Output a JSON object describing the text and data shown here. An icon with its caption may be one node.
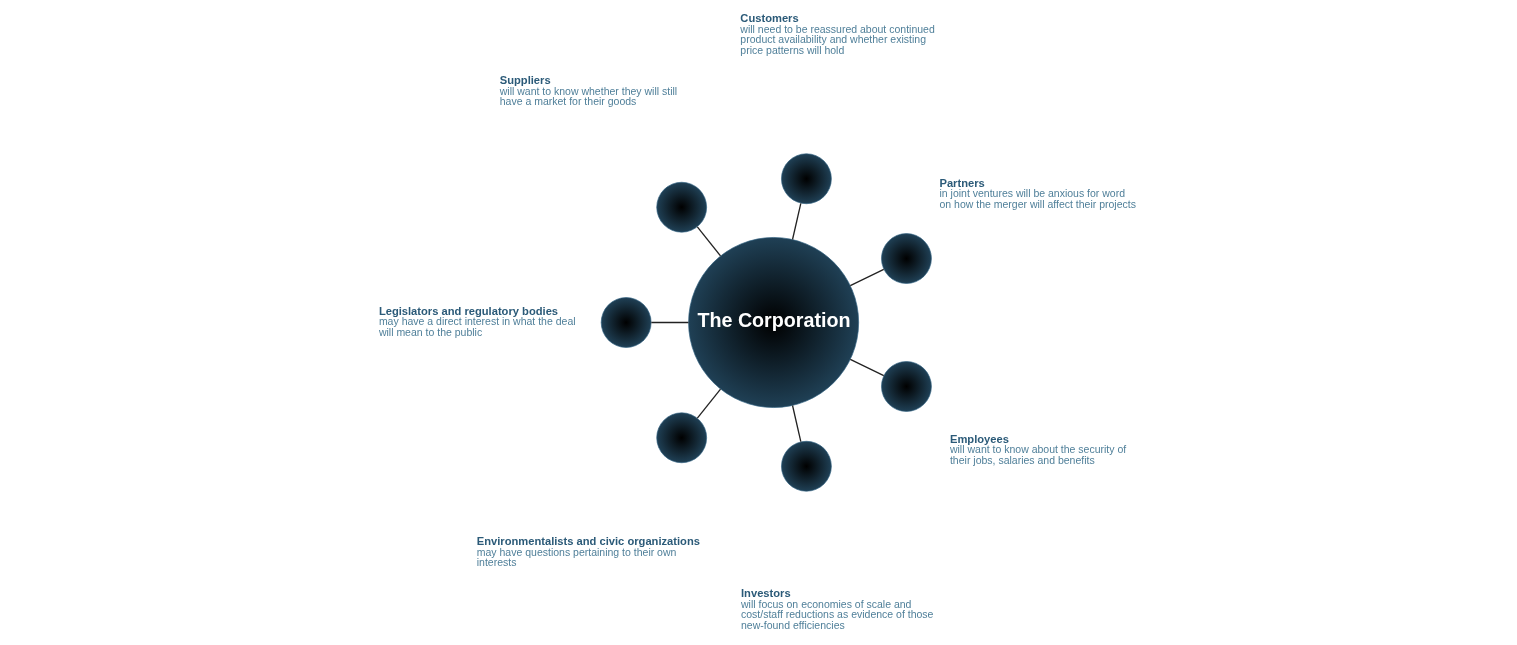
{
  "diagram": {
    "nodes": [
      {
        "text": [
          "The Corporation"
        ]
      },
      {
        "text": [],
        "shape": "circle",
        "beside": [
          "Partners",
          "in joint ventures will be anxious for word on how the merger will affect their projects"
        ]
      },
      {
        "text": [],
        "shape": "circle",
        "beside": [
          "Customers",
          "will need to be reassured about continued product availability and whether existing price patterns will hold"
        ]
      },
      {
        "text": [],
        "shape": "circle",
        "beside": [
          "Suppliers",
          "will want to know whether they will still have a market for their goods"
        ]
      },
      {
        "text": [],
        "shape": "circle",
        "beside": [
          "Legislators and regulatory bodies",
          "may have a direct interest in what the deal will mean to the public"
        ]
      },
      {
        "text": [],
        "shape": "circle",
        "beside": [
          "Environmentalists and civic organizations",
          "may have questions pertaining to their own interests"
        ]
      },
      {
        "text": [],
        "shape": "circle",
        "beside": [
          "Investors",
          "will focus on economies of scale and cost/staff reductions as evidence of those new-found efficiencies"
        ]
      },
      {
        "text": [],
        "shape": "circle",
        "beside": [
          "Employees",
          "will want to know about the security of their jobs, salaries and benefits"
        ]
      }
    ],
    "edges": [
      {
        "from": 0,
        "to": 1,
        "arrow": "none"
      },
      {
        "from": 0,
        "to": 2,
        "arrow": "none"
      },
      {
        "from": 0,
        "to": 3,
        "arrow": "none"
      },
      {
        "from": 0,
        "to": 4,
        "arrow": "none"
      },
      {
        "from": 0,
        "to": 5,
        "arrow": "none"
      },
      {
        "from": 0,
        "to": 6,
        "arrow": "none"
      },
      {
        "from": 0,
        "to": 7,
        "arrow": "none"
      }
    ]
  }
}
